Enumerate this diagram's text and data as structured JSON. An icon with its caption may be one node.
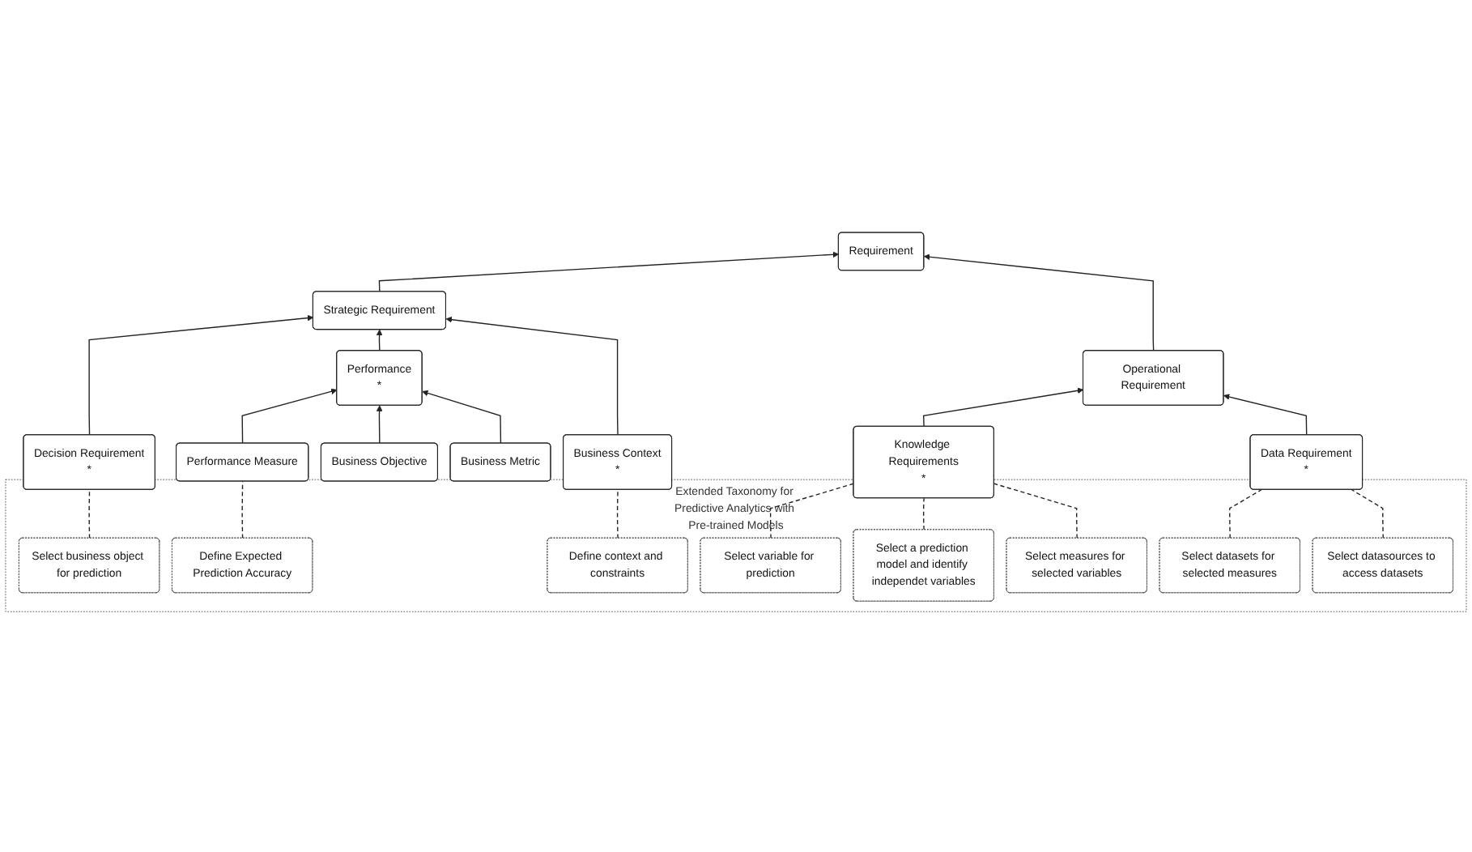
{
  "diagram": {
    "nodes": [
      {
        "text": [
          "Requirement"
        ]
      },
      {
        "text": [
          "Strategic Requirement"
        ]
      },
      {
        "text": [
          "Operational Requirement"
        ]
      },
      {
        "text": [
          "Decision Requirement",
          "*"
        ]
      },
      {
        "text": [
          "Performance",
          "*"
        ]
      },
      {
        "text": [
          "Business Context",
          "*"
        ]
      },
      {
        "text": [
          "Knowledge Requirements",
          "*"
        ]
      },
      {
        "text": [
          "Data Requirement",
          "*"
        ]
      },
      {
        "text": [
          "Performance Measure"
        ]
      },
      {
        "text": [
          "Business Objective"
        ]
      },
      {
        "text": [
          "Business Metric"
        ]
      },
      {
        "text": [
          "Extended Taxonomy for Predictive Analytics with Pre-trained Models"
        ]
      },
      {
        "text": [
          "Select variable for prediction"
        ],
        "in": 11
      },
      {
        "text": [
          "Define Expected Prediction Accuracy"
        ],
        "in": 11
      },
      {
        "text": [
          "Define context and constraints"
        ],
        "in": 11
      },
      {
        "text": [
          "Select datasets for selected measures"
        ],
        "in": 11
      },
      {
        "text": [
          "Select a prediction model and identify independet variables"
        ],
        "in": 11
      },
      {
        "text": [
          "Select datasources to access datasets"
        ],
        "in": 11
      },
      {
        "text": [
          "Select business object for prediction"
        ],
        "in": 11
      },
      {
        "text": [
          "Select measures for selected variables"
        ],
        "in": 11
      }
    ],
    "edges": [
      {
        "from": 1,
        "to": 0,
        "arrow": "to"
      },
      {
        "from": 2,
        "to": 0,
        "arrow": "to"
      },
      {
        "from": 3,
        "to": 1,
        "arrow": "to"
      },
      {
        "from": 4,
        "to": 1,
        "arrow": "to"
      },
      {
        "from": 5,
        "to": 1,
        "arrow": "to"
      },
      {
        "from": 6,
        "to": 2,
        "arrow": "to"
      },
      {
        "from": 7,
        "to": 2,
        "arrow": "to"
      },
      {
        "from": 8,
        "to": 4,
        "arrow": "to"
      },
      {
        "from": 9,
        "to": 4,
        "arrow": "to"
      },
      {
        "from": 10,
        "to": 4,
        "arrow": "to"
      },
      {
        "from": 18,
        "to": 3,
        "arrow": "none",
        "style": "dashed"
      },
      {
        "from": 13,
        "to": 8,
        "arrow": "none",
        "style": "dashed"
      },
      {
        "from": 14,
        "to": 5,
        "arrow": "none",
        "style": "dashed"
      },
      {
        "from": 12,
        "to": 6,
        "arrow": "none",
        "style": "dashed"
      },
      {
        "from": 16,
        "to": 6,
        "arrow": "none",
        "style": "dashed"
      },
      {
        "from": 19,
        "to": 6,
        "arrow": "none",
        "style": "dashed"
      },
      {
        "from": 15,
        "to": 7,
        "arrow": "none",
        "style": "dashed"
      },
      {
        "from": 17,
        "to": 7,
        "arrow": "none",
        "style": "dashed"
      }
    ]
  }
}
